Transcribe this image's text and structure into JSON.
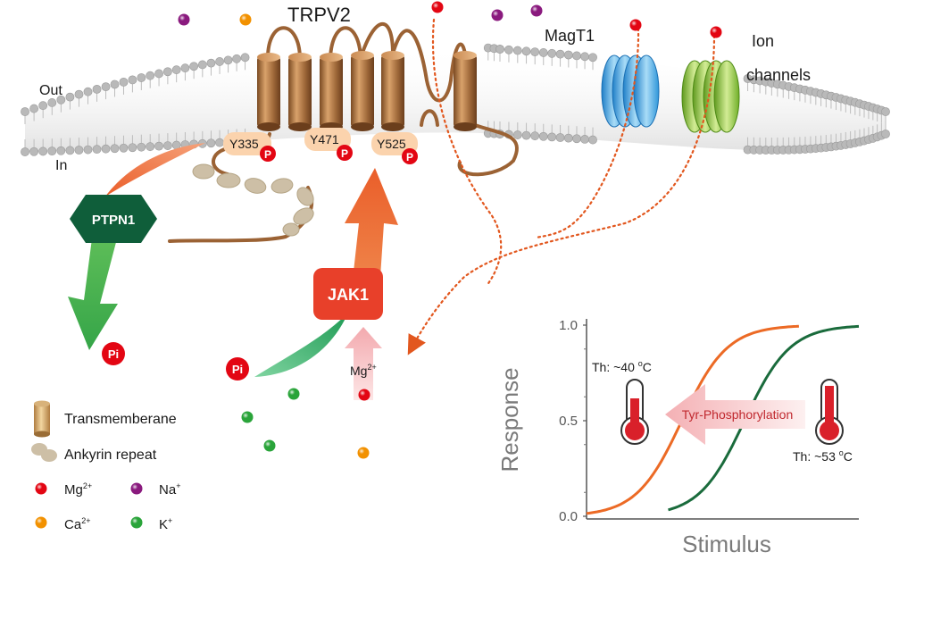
{
  "protein_title": "TRPV2",
  "membrane": {
    "out_label": "Out",
    "in_label": "In"
  },
  "channels": {
    "magt1_label": "MagT1",
    "ion_line1": "Ion",
    "ion_line2": "channels"
  },
  "sites": {
    "y335": "Y335",
    "y471": "Y471",
    "y525": "Y525",
    "p_badge": "P"
  },
  "enzymes": {
    "ptpn1": "PTPN1",
    "jak1": "JAK1"
  },
  "pi_label": "Pi",
  "mg_influx": {
    "base": "Mg",
    "sup": "2+"
  },
  "legend": {
    "transmembrane": "Transmemberane",
    "ankyrin": "Ankyrin repeat",
    "mg": {
      "base": "Mg",
      "sup": "2+"
    },
    "na": {
      "base": "Na",
      "sup": "+"
    },
    "ca": {
      "base": "Ca",
      "sup": "2+"
    },
    "k": {
      "base": "K",
      "sup": "+"
    }
  },
  "colors": {
    "mg": "#e30613",
    "na": "#8a1a7e",
    "ca": "#f29100",
    "k": "#2aa43a",
    "tm_helix": "#a0693a",
    "ankyrin": "#cdbfa6",
    "magt1": "#3aaee8",
    "ion_channel": "#8cc63f",
    "ptpn1": "#0f5e3a",
    "jak1": "#e8402a",
    "orange_arrow": "#ec7035",
    "green_arrow": "#3fb34f",
    "curve_low": "#ec6a25",
    "curve_high": "#1a6b3c"
  },
  "chart_data": {
    "type": "line",
    "xlabel": "Stimulus",
    "ylabel": "Response",
    "ylim": [
      0,
      1
    ],
    "y_ticks": [
      "0.0",
      "0.5",
      "1.0"
    ],
    "series": [
      {
        "color": "#ec6a25",
        "midpoint": 0.5,
        "steepness": 12,
        "x": [
          0.0,
          0.1,
          0.2,
          0.3,
          0.4,
          0.5,
          0.6,
          0.7,
          0.8,
          0.9,
          1.0
        ]
      },
      {
        "color": "#1a6b3c",
        "midpoint": 0.72,
        "steepness": 12,
        "x": [
          0.0,
          0.1,
          0.2,
          0.3,
          0.4,
          0.5,
          0.6,
          0.7,
          0.8,
          0.9,
          1.0
        ]
      }
    ],
    "annotations": {
      "th_low": {
        "prefix": "Th: ~40 ",
        "deg": "o",
        "unit": "C"
      },
      "th_high": {
        "prefix": "Th: ~53 ",
        "deg": "o",
        "unit": "C"
      },
      "shift_label": "Tyr-Phosphorylation"
    }
  }
}
